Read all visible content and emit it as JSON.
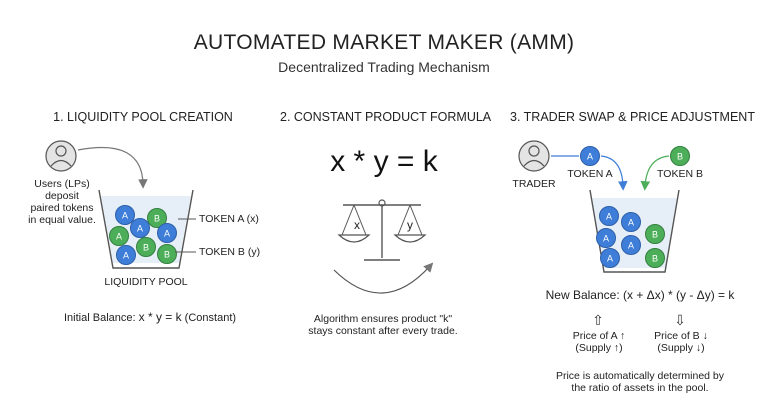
{
  "header": {
    "title": "AUTOMATED MARKET MAKER (AMM)",
    "subtitle": "Decentralized Trading Mechanism"
  },
  "colors": {
    "token_a": "#3f7ed8",
    "token_b": "#4cae59",
    "pool_liquid": "#e6eef7",
    "outline": "#555555"
  },
  "section1": {
    "heading": "1. LIQUIDITY POOL CREATION",
    "user_icon": "user-icon",
    "users_line1": "Users (LPs)",
    "users_line2": "deposit",
    "users_line3": "paired tokens",
    "users_line4": "in equal value.",
    "token_a_label": "TOKEN A (x)",
    "token_b_label": "TOKEN B (y)",
    "pool_label": "LIQUIDITY POOL",
    "balance_prefix": "Initial Balance: ",
    "balance_formula": "x * y = k",
    "balance_suffix": " (Constant)",
    "token_a_letter": "A",
    "token_b_letter": "B"
  },
  "section2": {
    "heading": "2. CONSTANT PRODUCT FORMULA",
    "formula": "x * y = k",
    "scale_icon": "balance-scale-icon",
    "pan_left": "x",
    "pan_right": "y",
    "note_line1": "Algorithm ensures product \"k\"",
    "note_line2": "stays constant after every trade."
  },
  "section3": {
    "heading": "3. TRADER SWAP & PRICE ADJUSTMENT",
    "trader_label": "TRADER",
    "token_a_label": "TOKEN A",
    "token_b_label": "TOKEN B",
    "new_balance_prefix": "New Balance: ",
    "new_balance_formula": "(x + Δx) * (y - Δy) = k",
    "price_a_arrow": "⇧",
    "price_a_line1": "Price of A ↑",
    "price_a_line2": "(Supply ↑)",
    "price_b_arrow": "⇩",
    "price_b_line1": "Price of B ↓",
    "price_b_line2": "(Supply ↓)",
    "footer_line1": "Price is automatically determined by",
    "footer_line2": "the ratio of assets in the pool."
  }
}
